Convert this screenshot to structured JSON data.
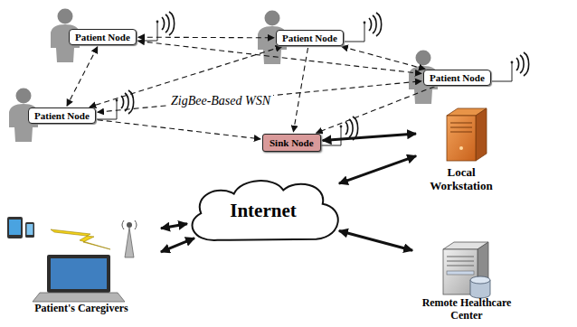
{
  "diagram": {
    "nodes": [
      {
        "text": [
          "Patient Node"
        ]
      },
      {
        "text": [
          "Patient Node"
        ]
      },
      {
        "text": [
          "Patient Node"
        ]
      },
      {
        "text": [
          "Patient Node"
        ]
      },
      {
        "text": [
          "Sink Node"
        ]
      },
      {
        "text": [
          "Local Workstation"
        ]
      },
      {
        "text": [
          "Internet"
        ]
      },
      {
        "text": [
          "Patient's Caregivers"
        ]
      },
      {
        "text": [
          "Remote Healthcare Center"
        ]
      }
    ],
    "edges": [
      {
        "from": 0,
        "to": 1,
        "arrow": "both"
      },
      {
        "from": 0,
        "to": 3,
        "arrow": "both"
      },
      {
        "from": 0,
        "to": 2,
        "arrow": "both"
      },
      {
        "from": 1,
        "to": 3,
        "arrow": "both"
      },
      {
        "from": 1,
        "to": 2,
        "arrow": "both"
      },
      {
        "from": 3,
        "to": 2,
        "arrow": "both"
      },
      {
        "from": 3,
        "to": 4,
        "arrow": "to"
      },
      {
        "from": 1,
        "to": 4,
        "arrow": "to"
      },
      {
        "from": 2,
        "to": 4,
        "arrow": "to"
      },
      {
        "from": 4,
        "to": 5,
        "arrow": "both"
      },
      {
        "from": 5,
        "to": 6,
        "arrow": "both"
      },
      {
        "from": 6,
        "to": 7,
        "arrow": "both"
      },
      {
        "from": 6,
        "to": 7,
        "arrow": "both"
      },
      {
        "from": 6,
        "to": 8,
        "arrow": "both"
      }
    ],
    "labels": [
      "ZigBee-Based WSN"
    ]
  }
}
